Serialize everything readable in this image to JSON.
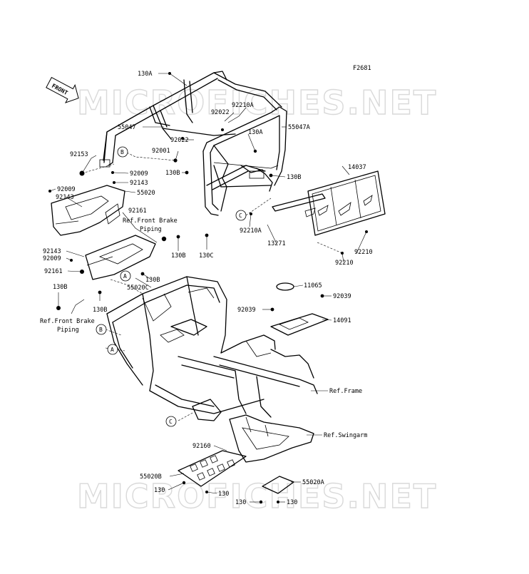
{
  "figure_id": "F2681",
  "front_arrow": "FRONT",
  "watermark": "MICROFICHES.NET",
  "labels": [
    {
      "id": "l1",
      "text": "130A"
    },
    {
      "id": "l2",
      "text": "92210A"
    },
    {
      "id": "l3",
      "text": "92022"
    },
    {
      "id": "l4",
      "text": "55047"
    },
    {
      "id": "l5",
      "text": "130A"
    },
    {
      "id": "l6",
      "text": "55047A"
    },
    {
      "id": "l7",
      "text": "92022"
    },
    {
      "id": "l8",
      "text": "92001"
    },
    {
      "id": "l9",
      "text": "92153"
    },
    {
      "id": "l10",
      "text": "92009"
    },
    {
      "id": "l11",
      "text": "92143"
    },
    {
      "id": "l12",
      "text": "92009"
    },
    {
      "id": "l13",
      "text": "55020"
    },
    {
      "id": "l14",
      "text": "92143"
    },
    {
      "id": "l15",
      "text": "130B"
    },
    {
      "id": "l16",
      "text": "14037"
    },
    {
      "id": "l17",
      "text": "130B"
    },
    {
      "id": "l18",
      "text": "92161"
    },
    {
      "id": "l19",
      "text": "Ref.Front Brake"
    },
    {
      "id": "l20",
      "text": "Piping"
    },
    {
      "id": "l21",
      "text": "92210A"
    },
    {
      "id": "l22",
      "text": "13271"
    },
    {
      "id": "l23",
      "text": "130B"
    },
    {
      "id": "l24",
      "text": "130C"
    },
    {
      "id": "l25",
      "text": "92210"
    },
    {
      "id": "l26",
      "text": "92143"
    },
    {
      "id": "l27",
      "text": "92009"
    },
    {
      "id": "l28",
      "text": "92161"
    },
    {
      "id": "l29",
      "text": "130B"
    },
    {
      "id": "l30",
      "text": "55020C"
    },
    {
      "id": "l31",
      "text": "92210"
    },
    {
      "id": "l32",
      "text": "11065"
    },
    {
      "id": "l33",
      "text": "92039"
    },
    {
      "id": "l34",
      "text": "130B"
    },
    {
      "id": "l35",
      "text": "130B"
    },
    {
      "id": "l36",
      "text": "92039"
    },
    {
      "id": "l37",
      "text": "14091"
    },
    {
      "id": "l38",
      "text": "Ref.Front Brake"
    },
    {
      "id": "l39",
      "text": "Piping"
    },
    {
      "id": "l40",
      "text": "Ref.Frame"
    },
    {
      "id": "l41",
      "text": "Ref.Swingarm"
    },
    {
      "id": "l42",
      "text": "92160"
    },
    {
      "id": "l43",
      "text": "55020B"
    },
    {
      "id": "l44",
      "text": "55020A"
    },
    {
      "id": "l45",
      "text": "130"
    },
    {
      "id": "l46",
      "text": "130"
    },
    {
      "id": "l47",
      "text": "130"
    },
    {
      "id": "l48",
      "text": "130"
    }
  ],
  "callouts": [
    {
      "id": "c1",
      "text": "B"
    },
    {
      "id": "c2",
      "text": "C"
    },
    {
      "id": "c3",
      "text": "A"
    },
    {
      "id": "c4",
      "text": "B"
    },
    {
      "id": "c5",
      "text": "A"
    },
    {
      "id": "c6",
      "text": "C"
    }
  ]
}
